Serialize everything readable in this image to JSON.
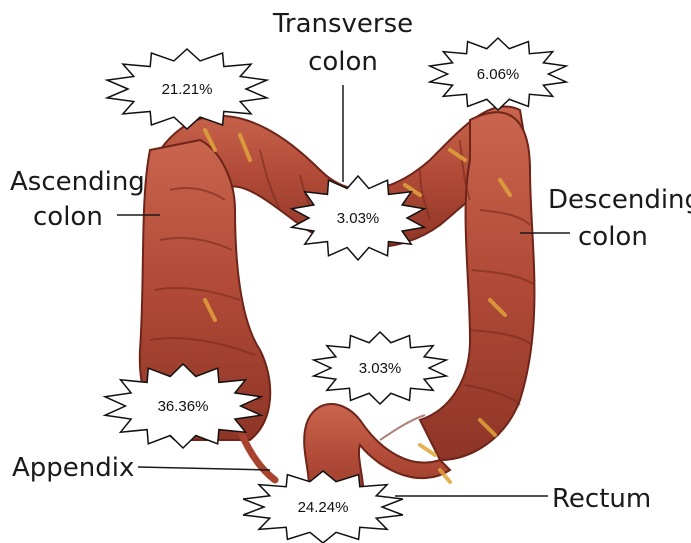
{
  "labels": {
    "transverse_line1": "Transverse",
    "transverse_line2": "colon",
    "ascending_line1": "Ascending",
    "ascending_line2": "colon",
    "descending_line1": "Descending",
    "descending_line2": "colon",
    "appendix": "Appendix",
    "rectum": "Rectum"
  },
  "percentages": {
    "top_left": "21.21%",
    "top_right": "6.06%",
    "transverse_center": "3.03%",
    "sigmoid": "3.03%",
    "cecum": "36.36%",
    "rectum": "24.24%"
  },
  "colors": {
    "colon_main": "#b5503d",
    "colon_dark": "#7a2a1e",
    "colon_light": "#d9826c",
    "fat_yellow": "#e0a53a",
    "text": "#1a1a1a"
  }
}
